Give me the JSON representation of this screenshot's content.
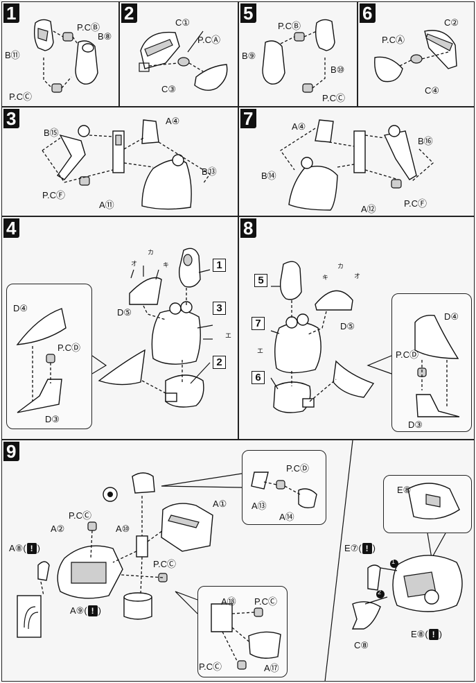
{
  "steps": {
    "s1": {
      "num": "1",
      "labels": {
        "pcb": "P.CⒷ",
        "b11": "B⑪",
        "b8": "B⑧",
        "pcc": "P.CⒸ"
      }
    },
    "s2": {
      "num": "2",
      "labels": {
        "c1": "C①",
        "pca": "P.CⒶ",
        "c3": "C③"
      }
    },
    "s5": {
      "num": "5",
      "labels": {
        "pcb": "P.CⒷ",
        "b9": "B⑨",
        "b10": "B⑩",
        "pcc": "P.CⒸ"
      }
    },
    "s6": {
      "num": "6",
      "labels": {
        "c2": "C②",
        "pca": "P.CⒶ",
        "c4": "C④"
      }
    },
    "s3": {
      "num": "3",
      "labels": {
        "b15": "B⑮",
        "a4": "A④",
        "b13": "B⑬",
        "pcf": "P.CⒻ",
        "a11": "A⑪"
      }
    },
    "s7": {
      "num": "7",
      "labels": {
        "a4": "A④",
        "b16": "B⑯",
        "b14": "B⑭",
        "pcf": "P.CⒻ",
        "a12": "A⑫"
      }
    },
    "s4": {
      "num": "4",
      "labels": {
        "d4": "D④",
        "pcd": "P.CⒹ",
        "d3": "D③",
        "d5": "D⑤",
        "ref1": "1",
        "ref3": "3",
        "ref2": "2",
        "m_o": "オ",
        "m_ka": "カ",
        "m_ki": "キ",
        "m_e": "エ"
      }
    },
    "s8": {
      "num": "8",
      "labels": {
        "ref5": "5",
        "ref7": "7",
        "ref6": "6",
        "d5": "D⑤",
        "d4": "D④",
        "pcd": "P.CⒹ",
        "d3": "D③",
        "m_ka": "カ",
        "m_o": "オ",
        "m_ki": "キ",
        "m_e": "エ"
      }
    },
    "s9": {
      "num": "9",
      "labels": {
        "pcd": "P.CⒹ",
        "a13": "A⑬",
        "a14": "A⑭",
        "a1": "A①",
        "pcc1": "P.CⒸ",
        "a2": "A②",
        "a10": "A⑩",
        "a8": "A⑧",
        "pcc2": "P.CⒸ",
        "a9": "A⑨",
        "a18": "A⑱",
        "pcc3": "P.CⒸ",
        "pcc4": "P.CⒸ",
        "a17": "A⑰",
        "e8top": "E⑧",
        "e7": "E⑦",
        "c8": "C⑧",
        "e8": "E⑧",
        "n1": "1",
        "n2": "2"
      }
    }
  },
  "warning_glyph": "!",
  "colors": {
    "ink": "#111111",
    "paper": "#f6f6f6",
    "shade": "#cfcfcf"
  }
}
